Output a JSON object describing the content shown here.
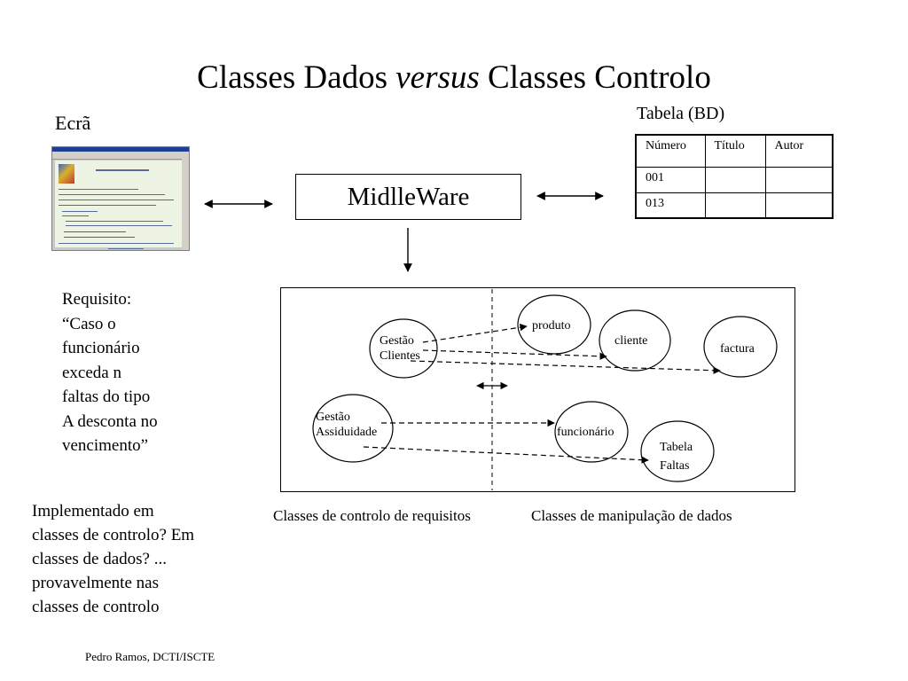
{
  "title": {
    "prefix": "Classes Dados ",
    "emphasis": "versus",
    "suffix": " Classes Controlo"
  },
  "screen": {
    "label": "Ecrã",
    "thumbnail_icon": "browser-window-screenshot-icon"
  },
  "middleware": {
    "label": "MidlleWare"
  },
  "db_table": {
    "label": "Tabela (BD)",
    "headers": [
      "Número",
      "Título",
      "Autor"
    ],
    "rows": [
      [
        "001",
        "",
        ""
      ],
      [
        "013",
        "",
        ""
      ]
    ]
  },
  "requisito": {
    "text": "Requisito:\n“Caso o\nfuncionário\nexceda n\nfaltas do tipo\nA desconta no\nvencimento”"
  },
  "implementado": {
    "text": "Implementado em\nclasses de controlo? Em\nclasses de dados? ...\nprovavelmente nas\nclasses de controlo"
  },
  "diagram": {
    "control_nodes": [
      {
        "id": "gestao-clientes",
        "lines": [
          "Gestão",
          "Clientes"
        ]
      },
      {
        "id": "gestao-assiduidade",
        "lines": [
          "Gestão",
          "Assiduidade"
        ]
      }
    ],
    "data_nodes": [
      {
        "id": "produto",
        "lines": [
          "produto"
        ]
      },
      {
        "id": "cliente",
        "lines": [
          "cliente"
        ]
      },
      {
        "id": "factura",
        "lines": [
          "factura"
        ]
      },
      {
        "id": "funcionario",
        "lines": [
          "funcionário"
        ]
      },
      {
        "id": "tabela-faltas",
        "lines": [
          "Tabela",
          "Faltas"
        ]
      }
    ],
    "links": [
      [
        "gestao-clientes",
        "produto"
      ],
      [
        "gestao-clientes",
        "cliente"
      ],
      [
        "gestao-clientes",
        "factura"
      ],
      [
        "gestao-assiduidade",
        "funcionario"
      ],
      [
        "gestao-assiduidade",
        "tabela-faltas"
      ]
    ]
  },
  "labels": {
    "controlo": "Classes de controlo de requisitos",
    "manipulacao": "Classes de manipulação de dados"
  },
  "footer": "Pedro Ramos, DCTI/ISCTE"
}
